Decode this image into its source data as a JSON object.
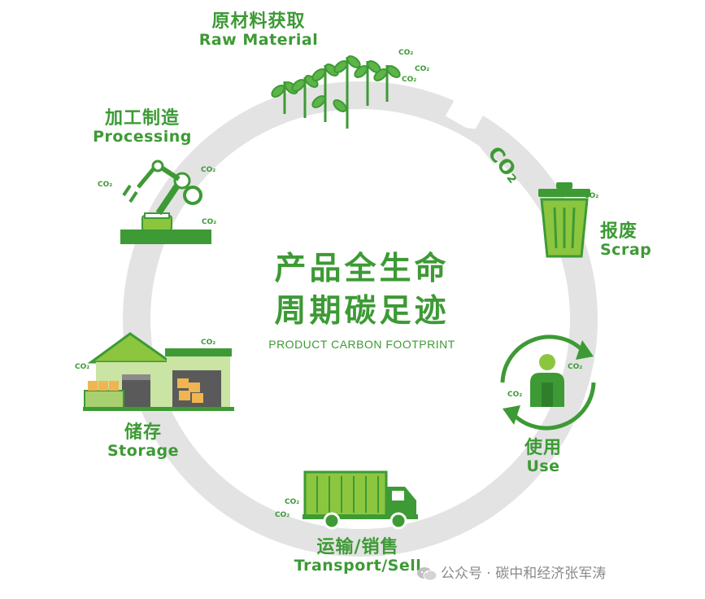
{
  "center": {
    "line1": "产品全生命",
    "line2": "周期碳足迹",
    "subtitle": "PRODUCT CARBON FOOTPRINT"
  },
  "arrow_label": "CO₂",
  "co2_mark": "CO₂",
  "stages": [
    {
      "zh": "原材料获取",
      "en": "Raw Material",
      "icon": "seedlings-icon"
    },
    {
      "zh": "报废",
      "en": "Scrap",
      "icon": "trash-bin-icon"
    },
    {
      "zh": "使用",
      "en": "Use",
      "icon": "person-recycle-icon"
    },
    {
      "zh": "运输/销售",
      "en": "Transport/Sell",
      "icon": "truck-icon"
    },
    {
      "zh": "储存",
      "en": "Storage",
      "icon": "warehouse-icon"
    },
    {
      "zh": "加工制造",
      "en": "Processing",
      "icon": "robot-arm-icon"
    }
  ],
  "watermark": "公众号 · 碳中和经济张军涛",
  "colors": {
    "green": "#3d9a35",
    "light_green": "#8cc63f",
    "ring": "#e3e3e3",
    "arrow_label": "#ffffff"
  }
}
